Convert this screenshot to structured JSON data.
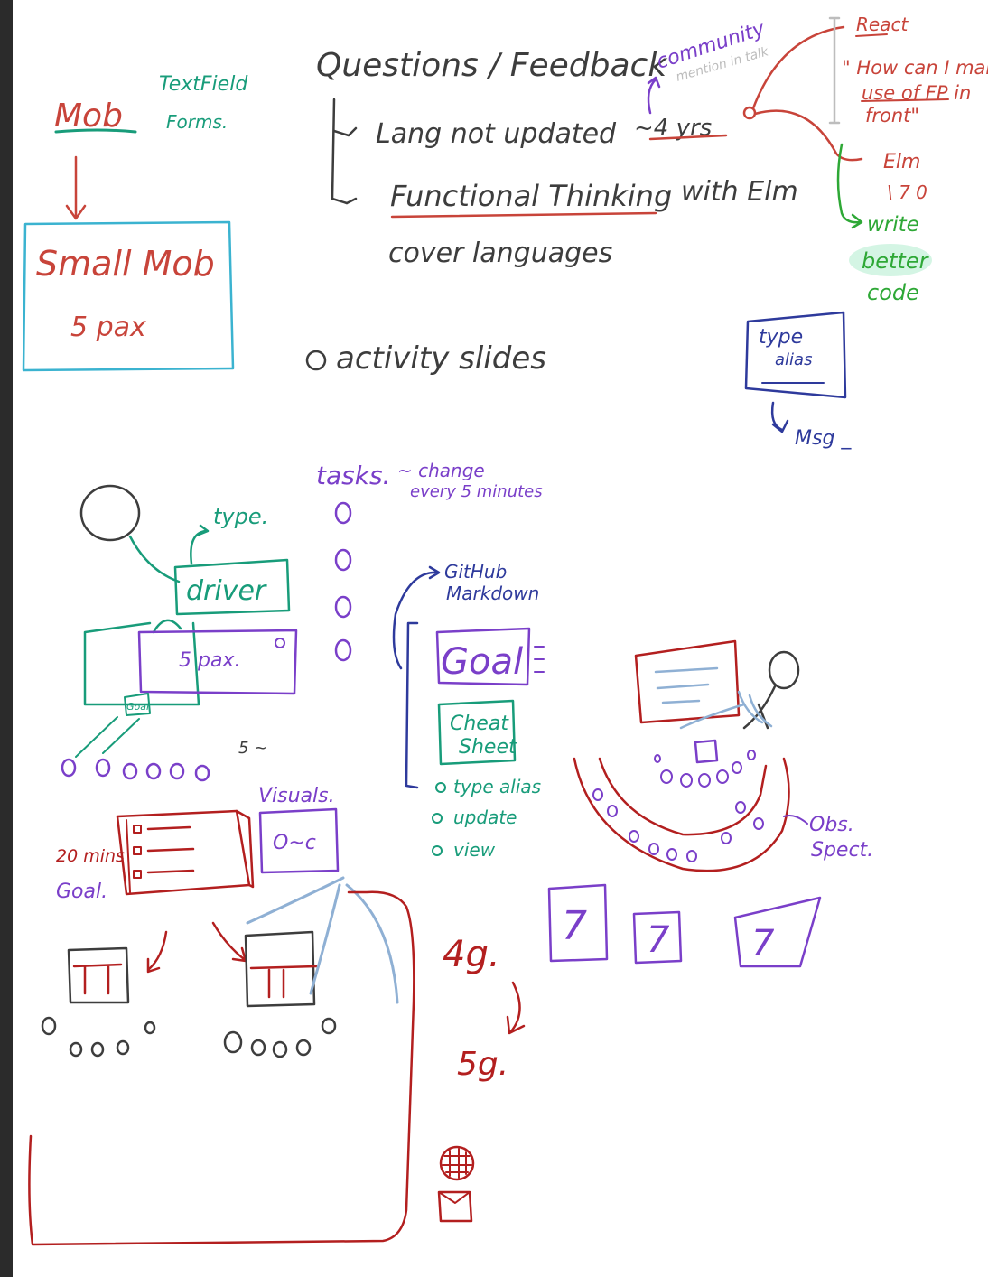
{
  "colors": {
    "red": "#c8443a",
    "dark_red": "#b31f1f",
    "green": "#189c7a",
    "bright_green": "#2ea836",
    "purple": "#7a3fc9",
    "blue": "#2e3a9c",
    "gray": "#3d3d3d",
    "light_gray": "#bdbdbd",
    "light_blue": "#8fb0d4",
    "ink": "#2e2e2e"
  },
  "mob": {
    "title": "Mob",
    "textfield": "TextField",
    "forms": "Forms.",
    "small_mob": "Small Mob",
    "five_pax": "5 pax"
  },
  "questions": {
    "title": "Questions / Feedback",
    "lang_not_updated": "Lang not updated",
    "four_yrs": "~4 yrs",
    "functional_thinking": "Functional Thinking",
    "with_elm": "with Elm",
    "cover_languages": "cover languages",
    "activity_slides": "activity slides"
  },
  "community": {
    "title": "community",
    "note": "mention in talk"
  },
  "react": {
    "title": "React",
    "quote_line1": "\" How can I make",
    "quote_line2": "use of FP in",
    "quote_line3": "front\"",
    "elm": "Elm",
    "elm_sub": "\\ 7 0",
    "write": "write",
    "better": "better",
    "code": "code"
  },
  "type_alias_box": {
    "line1": "type",
    "line2": "alias",
    "msg": "Msg _"
  },
  "tasks": {
    "title": "tasks.",
    "change_line1": "~ change",
    "change_line2": "every 5 minutes"
  },
  "driver": {
    "type_label": "type.",
    "label": "driver",
    "pax": "5 pax.",
    "goal_small": "Goal",
    "count": "5 ~"
  },
  "github": {
    "line1": "GitHub",
    "line2": "Markdown",
    "goal": "Goal",
    "cheat_line1": "Cheat",
    "cheat_line2": "Sheet",
    "items": [
      "type alias",
      "update",
      "view"
    ]
  },
  "visuals": {
    "label": "Visuals.",
    "box_text": "O~c"
  },
  "goal_board": {
    "minutes": "20 mins",
    "goal": "Goal."
  },
  "groups": {
    "four_g": "4g.",
    "five_g": "5g."
  },
  "observers": {
    "obs": "Obs.",
    "spect": "Spect."
  },
  "scores": [
    "7",
    "7",
    "7"
  ]
}
